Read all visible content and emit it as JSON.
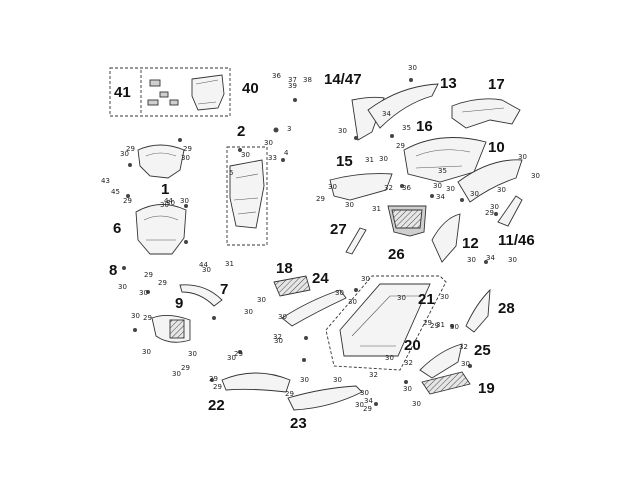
{
  "callouts": [
    {
      "id": "c41",
      "text": "41"
    },
    {
      "id": "c40",
      "text": "40"
    },
    {
      "id": "c14_47",
      "text": "14/47"
    },
    {
      "id": "c13",
      "text": "13"
    },
    {
      "id": "c17",
      "text": "17"
    },
    {
      "id": "c2",
      "text": "2"
    },
    {
      "id": "c16",
      "text": "16"
    },
    {
      "id": "c1",
      "text": "1"
    },
    {
      "id": "c15",
      "text": "15"
    },
    {
      "id": "c10",
      "text": "10"
    },
    {
      "id": "c6",
      "text": "6"
    },
    {
      "id": "c27",
      "text": "27"
    },
    {
      "id": "c26",
      "text": "26"
    },
    {
      "id": "c12",
      "text": "12"
    },
    {
      "id": "c11_46",
      "text": "11/46"
    },
    {
      "id": "c8",
      "text": "8"
    },
    {
      "id": "c18",
      "text": "18"
    },
    {
      "id": "c24",
      "text": "24"
    },
    {
      "id": "c7",
      "text": "7"
    },
    {
      "id": "c9",
      "text": "9"
    },
    {
      "id": "c21",
      "text": "21"
    },
    {
      "id": "c28",
      "text": "28"
    },
    {
      "id": "c20",
      "text": "20"
    },
    {
      "id": "c25",
      "text": "25"
    },
    {
      "id": "c19",
      "text": "19"
    },
    {
      "id": "c22",
      "text": "22"
    },
    {
      "id": "c23",
      "text": "23"
    }
  ],
  "small_labels": [
    "30",
    "36",
    "37",
    "38",
    "39",
    "3",
    "29",
    "29",
    "30",
    "30",
    "30",
    "30",
    "5",
    "4",
    "33",
    "43",
    "45",
    "29",
    "44",
    "30",
    "30",
    "30",
    "34",
    "35",
    "30",
    "29",
    "31",
    "30",
    "35",
    "32",
    "36",
    "30",
    "30",
    "30",
    "29",
    "30",
    "31",
    "34",
    "30",
    "30",
    "30",
    "30",
    "30",
    "29",
    "44",
    "31",
    "30",
    "30",
    "29",
    "29",
    "30",
    "30",
    "29",
    "32",
    "30",
    "30",
    "30",
    "30",
    "29",
    "30",
    "30",
    "29",
    "30",
    "30",
    "29",
    "29",
    "32",
    "30",
    "29",
    "30",
    "30",
    "30",
    "30",
    "32",
    "34",
    "29",
    "30",
    "30",
    "30",
    "31",
    "29",
    "32",
    "30",
    "34",
    "30",
    "30",
    "29",
    "30",
    "30",
    "30",
    "30",
    "30"
  ]
}
